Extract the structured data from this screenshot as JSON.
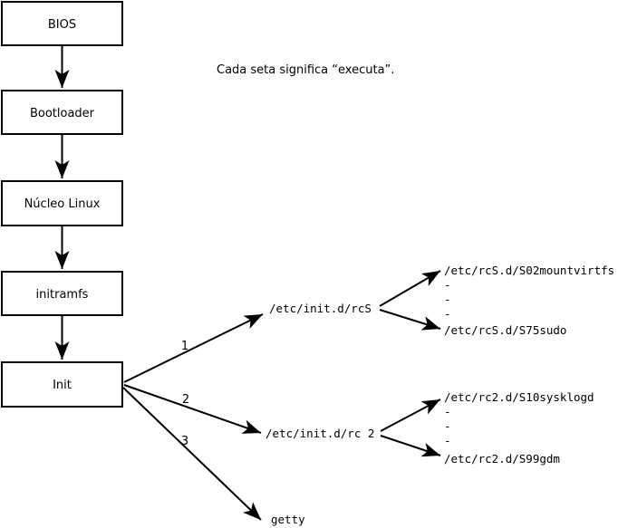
{
  "diagram": {
    "note": "Cada seta significa “executa”.",
    "boot_chain": [
      {
        "label": "BIOS"
      },
      {
        "label": "Bootloader"
      },
      {
        "label": "Núcleo Linux"
      },
      {
        "label": "initramfs"
      },
      {
        "label": "Init"
      }
    ],
    "init_branches": [
      {
        "number": "1",
        "target": "/etc/init.d/rcS",
        "scripts": {
          "first": "/etc/rcS.d/S02mountvirtfs",
          "ellipsis": [
            "-",
            "-",
            "-"
          ],
          "last": "/etc/rcS.d/S75sudo"
        }
      },
      {
        "number": "2",
        "target": "/etc/init.d/rc 2",
        "scripts": {
          "first": "/etc/rc2.d/S10sysklogd",
          "ellipsis": [
            "-",
            "-",
            "-"
          ],
          "last": "/etc/rc2.d/S99gdm"
        }
      },
      {
        "number": "3",
        "target": "getty"
      }
    ],
    "colors": {
      "line": "#000000",
      "box_fill": "#ffffff",
      "text": "#000000",
      "background": "#ffffff"
    }
  }
}
